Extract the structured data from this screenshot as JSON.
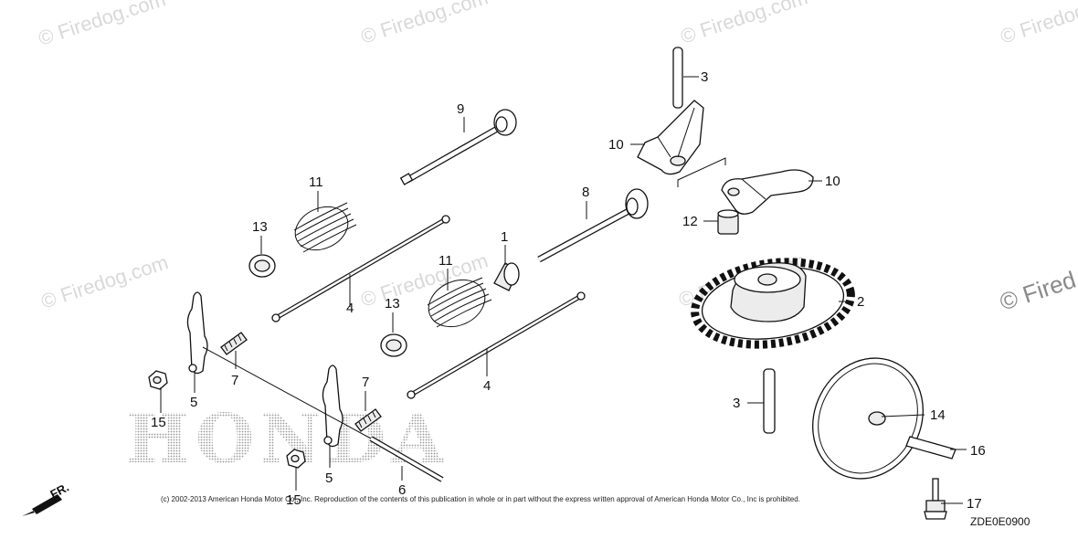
{
  "watermark": {
    "text": "© Firedog.com",
    "right_edge_text": "© Fired"
  },
  "brand_text": "HONDA",
  "direction_label": "FR.",
  "copyright": "(c) 2002-2013 American Honda Motor Co., Inc. Reproduction of the contents of this publication in whole or in part without the express written approval of American Honda Motor Co., Inc is prohibited.",
  "diagram_code": "ZDE0E0900",
  "callouts": {
    "c1": "1",
    "c2": "2",
    "c3a": "3",
    "c3b": "3",
    "c4a": "4",
    "c4b": "4",
    "c5a": "5",
    "c5b": "5",
    "c6": "6",
    "c7a": "7",
    "c7b": "7",
    "c8": "8",
    "c9": "9",
    "c10a": "10",
    "c10b": "10",
    "c11a": "11",
    "c11b": "11",
    "c12": "12",
    "c13a": "13",
    "c13b": "13",
    "c14": "14",
    "c15a": "15",
    "c15b": "15",
    "c16": "16",
    "c17": "17"
  }
}
